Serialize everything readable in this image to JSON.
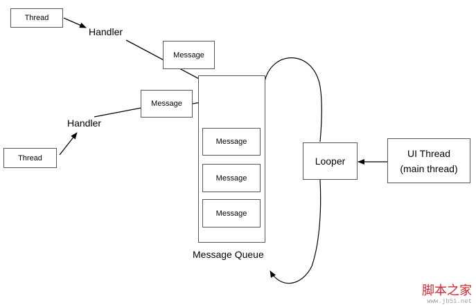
{
  "diagram": {
    "thread_top": "Thread",
    "thread_bottom": "Thread",
    "handler_top": "Handler",
    "handler_bottom": "Handler",
    "message_in_top": "Message",
    "message_in_bottom": "Message",
    "queue_messages": [
      "Message",
      "Message",
      "Message"
    ],
    "queue_label": "Message Queue",
    "looper": "Looper",
    "ui_thread_line1": "UI Thread",
    "ui_thread_line2": "(main thread)"
  },
  "watermark": {
    "chinese": "脚本之家",
    "url": "www.jb51.net"
  },
  "colors": {
    "watermark_red": "#d2252e",
    "line": "#000000",
    "box_border": "#555555"
  }
}
